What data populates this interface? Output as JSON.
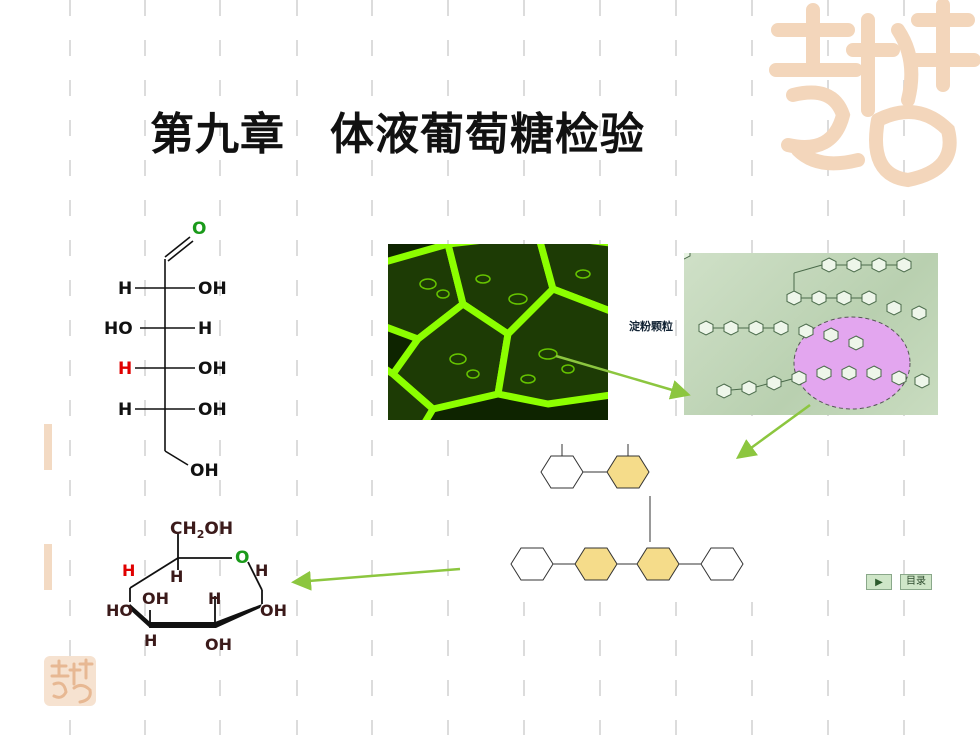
{
  "title": "第九章　体液葡萄糖检验",
  "label_starch": "淀粉颗粒",
  "nav": {
    "play_glyph": "▶",
    "toc_label": "目录"
  },
  "fischer": {
    "top": "O",
    "rows": [
      {
        "left": "H",
        "right": "OH"
      },
      {
        "left": "HO",
        "right": "H"
      },
      {
        "left": "H",
        "right": "OH"
      },
      {
        "left": "H",
        "right": "OH"
      }
    ],
    "bottom": "OH"
  },
  "haworth": {
    "ch2oh": "CH",
    "ch2oh_sub": "2",
    "ch2oh_tail": "OH",
    "ring_o": "O",
    "labels": [
      "H",
      "H",
      "H",
      "OH",
      "H",
      "HO",
      "OH",
      "H",
      "OH"
    ]
  },
  "colors": {
    "accent_green": "#8cc63f",
    "highlight_red": "#e00000",
    "ring_o": "#1a9a1a",
    "seal": "#f3d9c2"
  }
}
